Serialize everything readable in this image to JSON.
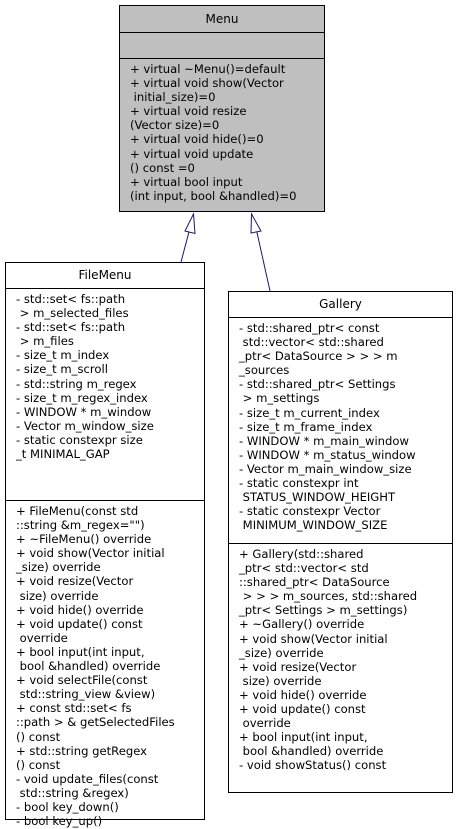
{
  "classes": {
    "menu": {
      "name": "Menu",
      "attributes": [],
      "operations": [
        "+ virtual ~Menu()=default",
        "+ virtual void show(Vector",
        " initial_size)=0",
        "+ virtual void resize",
        "(Vector size)=0",
        "+ virtual void hide()=0",
        "+ virtual void update",
        "() const =0",
        "+ virtual bool input",
        "(int input, bool &handled)=0"
      ]
    },
    "filemenu": {
      "name": "FileMenu",
      "attributes": [
        "- std::set< fs::path",
        " > m_selected_files",
        "- std::set< fs::path",
        " > m_files",
        "- size_t m_index",
        "- size_t m_scroll",
        "- std::string m_regex",
        "- size_t m_regex_index",
        "- WINDOW * m_window",
        "- Vector m_window_size",
        "- static constexpr size",
        "_t MINIMAL_GAP"
      ],
      "operations": [
        "+ FileMenu(const std",
        "::string &m_regex=\"\")",
        "+ ~FileMenu() override",
        "+ void show(Vector initial",
        "_size) override",
        "+ void resize(Vector",
        " size) override",
        "+ void hide() override",
        "+ void update() const",
        " override",
        "+ bool input(int input,",
        " bool &handled) override",
        "+ void selectFile(const",
        " std::string_view &view)",
        "+ const std::set< fs",
        "::path > & getSelectedFiles",
        "() const",
        "+ std::string getRegex",
        "() const",
        "- void update_files(const",
        " std::string &regex)",
        "- bool key_down()",
        "- bool key_up()"
      ]
    },
    "gallery": {
      "name": "Gallery",
      "attributes": [
        "- std::shared_ptr< const",
        " std::vector< std::shared",
        "_ptr< DataSource > > > m",
        "_sources",
        "- std::shared_ptr< Settings",
        " > m_settings",
        "- size_t m_current_index",
        "- size_t m_frame_index",
        "- WINDOW * m_main_window",
        "- WINDOW * m_status_window",
        "- Vector m_main_window_size",
        "- static constexpr int",
        " STATUS_WINDOW_HEIGHT",
        "- static constexpr Vector",
        " MINIMUM_WINDOW_SIZE"
      ],
      "operations": [
        "+ Gallery(std::shared",
        "_ptr< std::vector< std",
        "::shared_ptr< DataSource",
        " > > > m_sources, std::shared",
        "_ptr< Settings > m_settings)",
        "+ ~Gallery() override",
        "+ void show(Vector initial",
        "_size) override",
        "+ void resize(Vector",
        " size) override",
        "+ void hide() override",
        "+ void update() const",
        " override",
        "+ bool input(int input,",
        " bool &handled) override",
        "- void showStatus() const"
      ]
    }
  },
  "colors": {
    "base_fill": "#bfbfbf",
    "box_fill": "#ffffff",
    "edge": "#191970",
    "border": "#000000"
  }
}
